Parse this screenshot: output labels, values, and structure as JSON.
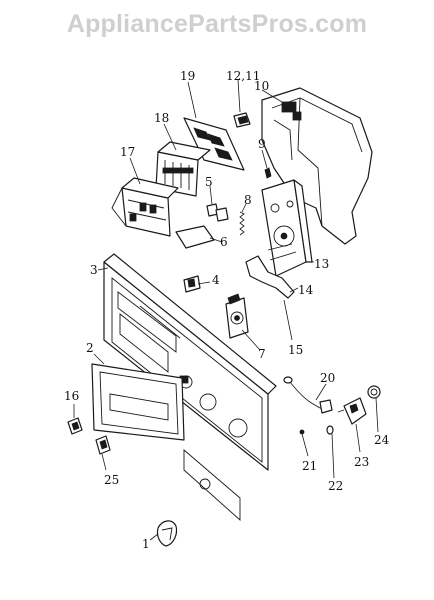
{
  "watermark": "AppliancePartsPros.com",
  "callouts": [
    "1",
    "2",
    "3",
    "4",
    "5",
    "6",
    "7",
    "8",
    "9",
    "10",
    "12,11",
    "13",
    "14",
    "15",
    "16",
    "17",
    "18",
    "19",
    "20",
    "21",
    "22",
    "23",
    "24",
    "25"
  ]
}
